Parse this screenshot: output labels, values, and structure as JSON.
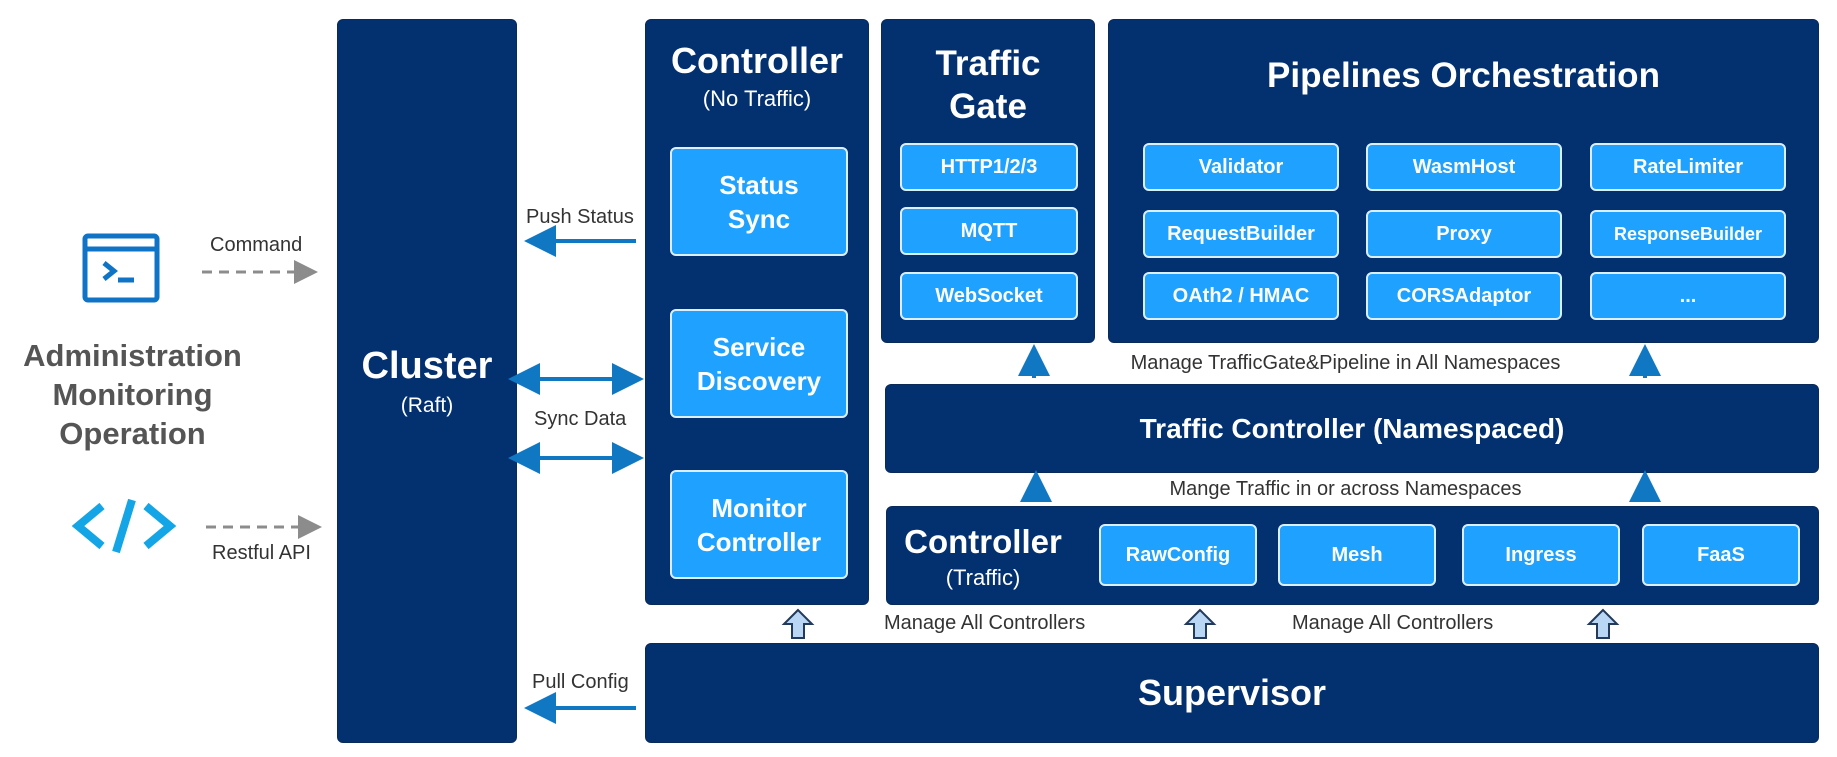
{
  "left": {
    "roles": "Administration\nMonitoring\nOperation",
    "command_label": "Command",
    "restful_label": "Restful API",
    "colors": {
      "icon": "#0f73c6",
      "code_icon": "#13a5e6",
      "dashed": "#8c8c8c"
    }
  },
  "cluster": {
    "title": "Cluster",
    "subtitle": "(Raft)"
  },
  "links": {
    "push_status": "Push Status",
    "sync_data": "Sync Data",
    "pull_config": "Pull Config"
  },
  "controller_no_traffic": {
    "title": "Controller",
    "subtitle": "(No Traffic)",
    "items": [
      "Status\nSync",
      "Service\nDiscovery",
      "Monitor\nController"
    ]
  },
  "traffic_gate": {
    "title": "Traffic\nGate",
    "items": [
      "HTTP1/2/3",
      "MQTT",
      "WebSocket"
    ]
  },
  "pipelines": {
    "title": "Pipelines Orchestration",
    "items": [
      "Validator",
      "WasmHost",
      "RateLimiter",
      "RequestBuilder",
      "Proxy",
      "ResponseBuilder",
      "OAth2 / HMAC",
      "CORSAdaptor",
      "..."
    ]
  },
  "manage_gate_label": "Manage TrafficGate&Pipeline in All Namespaces",
  "traffic_controller": {
    "title": "Traffic Controller (Namespaced)"
  },
  "manage_traffic_label": "Mange Traffic in or across Namespaces",
  "controller_traffic": {
    "title": "Controller",
    "subtitle": "(Traffic)",
    "items": [
      "RawConfig",
      "Mesh",
      "Ingress",
      "FaaS"
    ]
  },
  "manage_controllers": [
    "Manage All Controllers",
    "Manage All Controllers"
  ],
  "supervisor": {
    "title": "Supervisor"
  },
  "colors": {
    "navy": "#03306f",
    "chip": "#1ea1ff",
    "arrow": "#1077c2",
    "hollow_arrow_fill": "#b9d6f5"
  }
}
